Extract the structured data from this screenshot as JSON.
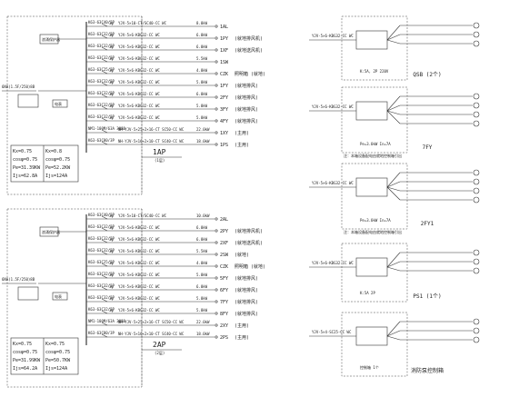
{
  "panels": [
    {
      "label": "1AP",
      "sub_label": "(1层)",
      "main_breaker": "6NA(1.5F/250)8B",
      "spd_label": "浪涌保护器",
      "meter_label": "电表",
      "params": {
        "left": [
          "Kx=0.75",
          "cosφ=0.75",
          "Pe=31.39KW",
          "Ijs=62.8A"
        ],
        "right": [
          "Kx=0.8",
          "cosφ=0.75",
          "Pe=52.2KW",
          "Ijs=124A"
        ]
      },
      "circuits": [
        {
          "breaker": "K63-63C40/3P",
          "phase": "3φ",
          "cable": "YJV-5×10-CT/SC40-CC WC",
          "power": "8.0kW",
          "code": "1AL",
          "desc": ""
        },
        {
          "breaker": "K63-63C32/3P",
          "phase": "3φ",
          "cable": "YJV-5×6-KBG32-CC WC",
          "power": "6.0kW",
          "code": "1PY",
          "desc": "(就地排风机)"
        },
        {
          "breaker": "K63-63C32/3P",
          "phase": "3φ",
          "cable": "YJV-5×6-KBG32-CC WC",
          "power": "6.0kW",
          "code": "1XF",
          "desc": "(就地送风机)"
        },
        {
          "breaker": "K63-63C32/3P",
          "phase": "3φ",
          "cable": "YJV-5×6-KBG32-CC WC",
          "power": "5.5kW",
          "code": "1SW",
          "desc": ""
        },
        {
          "breaker": "K63-63C25/3P",
          "phase": "3φ",
          "cable": "YJV-5×6-KBG32-CC WC",
          "power": "4.0kW",
          "code": "CZK",
          "desc": "照明箱 (就地)"
        },
        {
          "breaker": "K63-63C32/3P",
          "phase": "3φ",
          "cable": "YJV-5×6-KBG32-CC WC",
          "power": "5.0kW",
          "code": "1FY",
          "desc": "(就地排风)"
        },
        {
          "breaker": "K63-63C32/3P",
          "phase": "3φ",
          "cable": "YJV-5×6-KBG32-CC WC",
          "power": "6.0kW",
          "code": "2FY",
          "desc": "(就地排风)"
        },
        {
          "breaker": "K63-63C32/3P",
          "phase": "3φ",
          "cable": "YJV-5×6-KBG32-CC WC",
          "power": "5.0kW",
          "code": "3FY",
          "desc": "(就地排风)"
        },
        {
          "breaker": "K63-63C32/3P",
          "phase": "3φ",
          "cable": "YJV-5×6-KBG32-CC WC",
          "power": "5.0kW",
          "code": "4FY",
          "desc": "(就地排风)"
        },
        {
          "breaker": "NM1-100M/63A 3080",
          "phase": "",
          "cable": "NH-YJV-5×25+2×16-CT SC50-CC WC",
          "power": "22.0kW",
          "code": "1XY",
          "desc": "(主用)"
        },
        {
          "breaker": "K63-63C80/3P",
          "phase": "",
          "cable": "NH-YJV-5×16+2×10-CT SC40-CC WC",
          "power": "18.0kW",
          "code": "1PS",
          "desc": "(主用)"
        }
      ]
    },
    {
      "label": "2AP",
      "sub_label": "(2层)",
      "main_breaker": "6NA(1.5F/250)8B",
      "spd_label": "浪涌保护器",
      "meter_label": "电表",
      "params": {
        "left": [
          "Kx=0.75",
          "cosφ=0.75",
          "Pe=31.99KW",
          "Ijs=64.2A"
        ],
        "right": [
          "Kx=0.75",
          "cosφ=0.75",
          "Pe=50.7KW",
          "Ijs=124A"
        ]
      },
      "circuits": [
        {
          "breaker": "K63-63C40/3P",
          "phase": "3φ",
          "cable": "YJV-5×10-CT/SC40-CC WC",
          "power": "10.0kW",
          "code": "2AL",
          "desc": ""
        },
        {
          "breaker": "K63-63C32/3P",
          "phase": "3φ",
          "cable": "YJV-5×6-KBG32-CC WC",
          "power": "6.0kW",
          "code": "2PY",
          "desc": "(就地排风机)"
        },
        {
          "breaker": "K63-63C32/3P",
          "phase": "3φ",
          "cable": "YJV-5×6-KBG32-CC WC",
          "power": "6.0kW",
          "code": "2XF",
          "desc": "(就地送风机)"
        },
        {
          "breaker": "K63-63C32/3P",
          "phase": "3φ",
          "cable": "YJV-5×6-KBG32-CC WC",
          "power": "5.5kW",
          "code": "2SW",
          "desc": "(就地)"
        },
        {
          "breaker": "K63-63C25/3P",
          "phase": "3φ",
          "cable": "YJV-5×6-KBG32-CC WC",
          "power": "4.0kW",
          "code": "CZK",
          "desc": "照明箱 (就地)"
        },
        {
          "breaker": "K63-63C32/3P",
          "phase": "3φ",
          "cable": "YJV-5×6-KBG32-CC WC",
          "power": "5.0kW",
          "code": "5FY",
          "desc": "(就地排风)"
        },
        {
          "breaker": "K63-63C32/3P",
          "phase": "3φ",
          "cable": "YJV-5×6-KBG32-CC WC",
          "power": "6.0kW",
          "code": "6FY",
          "desc": "(就地排风)"
        },
        {
          "breaker": "K63-63C32/3P",
          "phase": "3φ",
          "cable": "YJV-5×6-KBG32-CC WC",
          "power": "5.0kW",
          "code": "7FY",
          "desc": "(就地排风)"
        },
        {
          "breaker": "K63-63C32/3P",
          "phase": "3φ",
          "cable": "YJV-5×6-KBG32-CC WC",
          "power": "5.0kW",
          "code": "8FY",
          "desc": "(就地排风)"
        },
        {
          "breaker": "NM1-100M/63A 3080",
          "phase": "",
          "cable": "NH-YJV-5×25+2×16-CT SC50-CC WC",
          "power": "22.0kW",
          "code": "2XY",
          "desc": "(主用)"
        },
        {
          "breaker": "K63-63C80/3P",
          "phase": "",
          "cable": "NH-YJV-5×16+2×10-CT SC40-CC WC",
          "power": "18.0kW",
          "code": "2PS",
          "desc": "(主用)"
        }
      ]
    }
  ],
  "right_blocks": [
    {
      "title": "QSB (2个)",
      "input": "YJV-5×6-KBG32-CC WC",
      "sub": "K:5A, 2P 220V"
    },
    {
      "title": "7FY",
      "input": "YJV-5×6-KBG32-CC WC",
      "sub": "Pe=3.0kW In=7A",
      "note": "注：本箱设备配电由就地控制箱引出"
    },
    {
      "title": "2FY1",
      "input": "YJV-5×6-KBG32-CC WC",
      "sub": "Pe=3.0kW In=7A",
      "note": "注：本箱设备配电由就地控制箱引出"
    },
    {
      "title": "PS1 (1个)",
      "input": "YJV-5×6-KBG32-CC WC",
      "sub": "K:5A 2P"
    },
    {
      "title": "消防泵控制箱",
      "input": "YJV-5×4-SC25-CC WC",
      "sub": "控制箱 1个"
    }
  ]
}
